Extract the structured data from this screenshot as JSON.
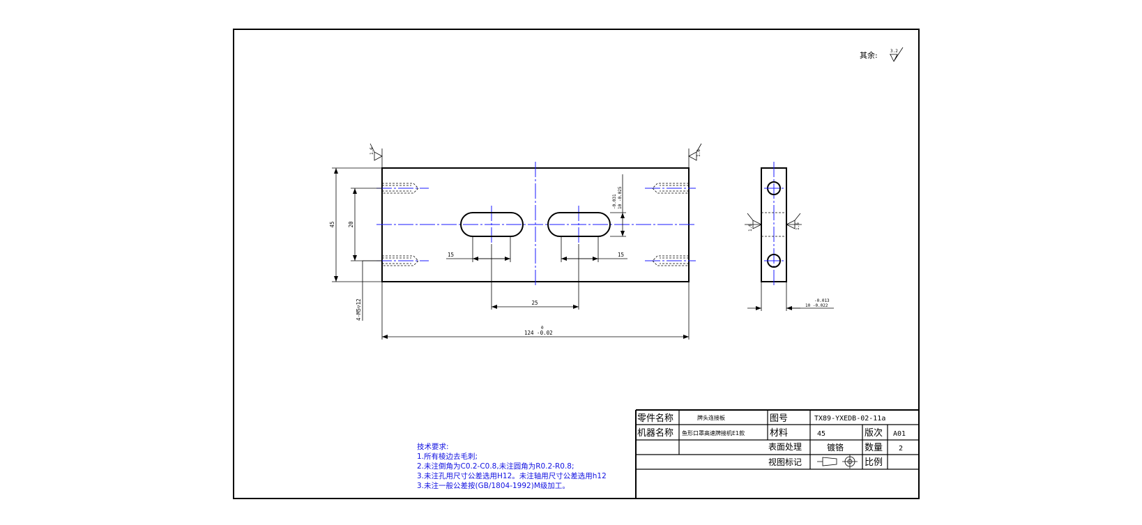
{
  "corner": {
    "label": "其余:",
    "roughness": "3.2"
  },
  "front_view": {
    "dim_overall_height": "45",
    "dim_hole_spacing": "20",
    "dim_slot_left_width": "15",
    "dim_slot_right_width": "15",
    "dim_slot_spacing": "25",
    "dim_slot_height_tol_upper": "-0.031",
    "dim_slot_height_tol_lower": "10 -0.025",
    "dim_length_tol_upper": "0",
    "dim_length": "124 -0.02",
    "thread_callout": "4-M5▽12",
    "roughness_left": "1.6",
    "roughness_right": "1.6"
  },
  "side_view": {
    "dim_thickness_tol_upper": "-0.013",
    "dim_thickness_tol_lower": "10 -0.022",
    "roughness_left": "1.6",
    "roughness_right": "1.6"
  },
  "notes": {
    "title": "技术要求:",
    "lines": [
      "1.所有棱边去毛刺;",
      "2.未注倒角为C0.2-C0.8,未注圆角为R0.2-R0.8;",
      "3.未注孔用尺寸公差选用H12。未注轴用尺寸公差选用h12",
      "3.未注一般公差按(GB/1804-1992)M级加工。"
    ]
  },
  "title_block": {
    "part_name_label": "零件名称",
    "part_name_value": "牌头连接板",
    "drawing_no_label": "图号",
    "drawing_no_value": "TX89-YXEDB-02-11a",
    "machine_name_label": "机器名称",
    "machine_name_value": "鱼形口罩高速牌接机E1款",
    "material_label": "材料",
    "material_value": "45",
    "version_label": "版次",
    "version_value": "A01",
    "surface_label": "表面处理",
    "surface_value": "镀铬",
    "quantity_label": "数量",
    "quantity_value": "2",
    "view_mark_label": "视图标记",
    "scale_label": "比例",
    "scale_value": ""
  }
}
